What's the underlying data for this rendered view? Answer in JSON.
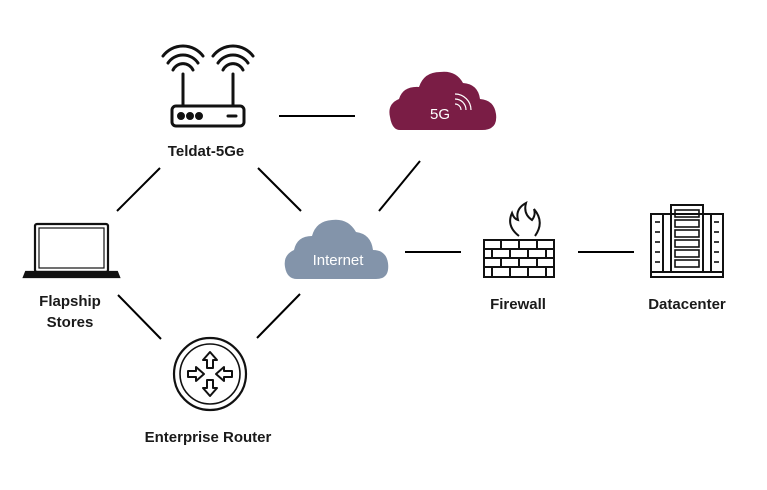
{
  "nodes": {
    "router_5g": {
      "label": "Teldat-5Ge",
      "icon": "wifi-router-icon"
    },
    "cloud_5g": {
      "label": "5G",
      "icon": "cloud-5g-icon",
      "color": "#7a1d45"
    },
    "laptop": {
      "label_line1": "Flapship",
      "label_line2": "Stores",
      "icon": "laptop-icon"
    },
    "internet": {
      "label": "Internet",
      "icon": "cloud-icon",
      "color": "#8394aa"
    },
    "firewall": {
      "label": "Firewall",
      "icon": "firewall-icon"
    },
    "datacenter": {
      "label": "Datacenter",
      "icon": "server-rack-icon"
    },
    "enterprise_router": {
      "label": "Enterprise Router",
      "icon": "router-icon"
    }
  },
  "colors": {
    "line": "#000000",
    "text": "#1a1a1a",
    "icon": "#111111"
  }
}
